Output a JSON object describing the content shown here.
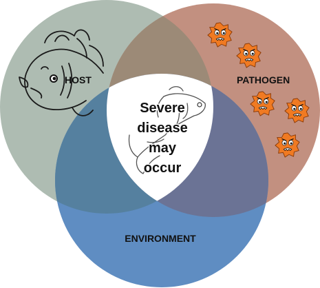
{
  "diagram": {
    "circles": {
      "host": {
        "label": "HOST",
        "color": "#AEBCB2"
      },
      "pathogen": {
        "label": "PATHOGEN",
        "color": "#C29080"
      },
      "environment": {
        "label": "ENVIRONMENT",
        "color": "#5F8DC2"
      }
    },
    "center": {
      "lines": [
        "Severe",
        "disease",
        "may",
        "occur"
      ],
      "fill": "#FFFFFF"
    },
    "icons": {
      "host_icon": "goldfish-drawing-icon",
      "center_icon": "fish-drawing-icon",
      "pathogen_icon": "orange-germ-icon",
      "germ_color": "#F07A22"
    }
  }
}
